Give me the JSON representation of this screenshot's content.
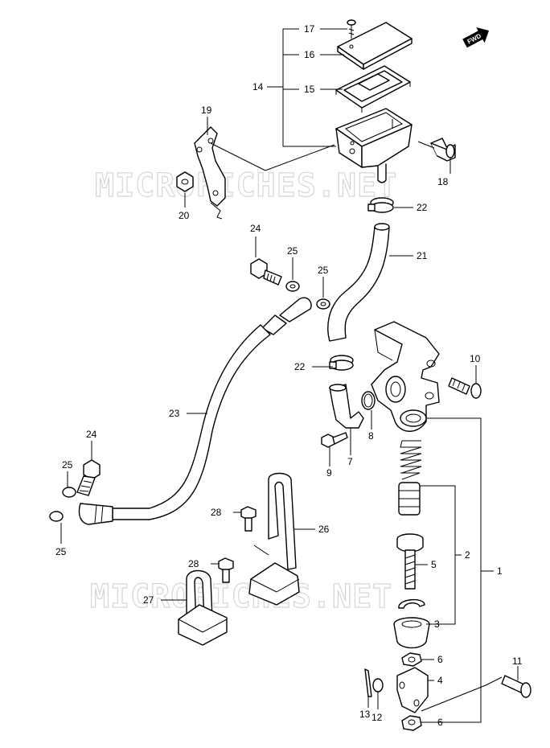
{
  "watermark": "MICROFICHES.NET",
  "direction_marker": "FWD",
  "callouts": {
    "c1": "1",
    "c2": "2",
    "c3": "3",
    "c4": "4",
    "c5": "5",
    "c6a": "6",
    "c6b": "6",
    "c7": "7",
    "c8": "8",
    "c9": "9",
    "c10": "10",
    "c11": "11",
    "c12": "12",
    "c13": "13",
    "c14": "14",
    "c15": "15",
    "c16": "16",
    "c17": "17",
    "c18": "18",
    "c19": "19",
    "c20": "20",
    "c21": "21",
    "c22a": "22",
    "c22b": "22",
    "c23": "23",
    "c24a": "24",
    "c24b": "24",
    "c25a": "25",
    "c25b": "25",
    "c25c": "25",
    "c25d": "25",
    "c26": "26",
    "c27": "27",
    "c28a": "28",
    "c28b": "28"
  }
}
